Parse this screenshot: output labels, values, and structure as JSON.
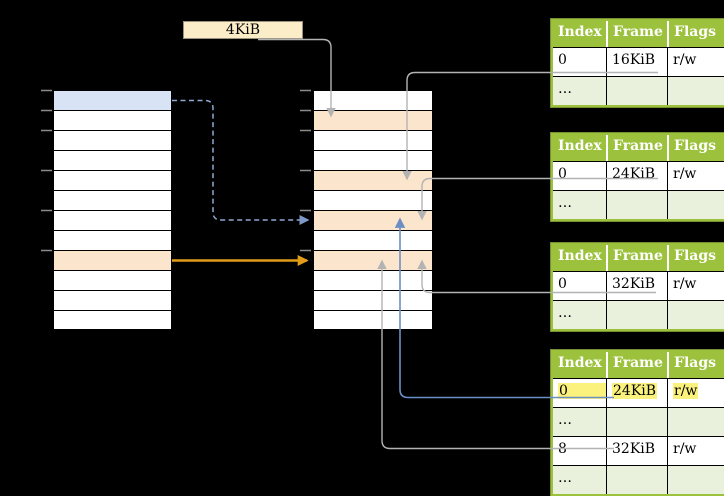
{
  "label_4kib": {
    "text": "4KiB"
  },
  "colors": {
    "header_green": "#9CC23D",
    "border_dark_green": "#76902F",
    "light_green": "#E9F0DB",
    "orange_row": "#FCE5CD",
    "blue_row": "#D8E4F6",
    "yellow": "#FBF27D",
    "cream": "#FCEDC9",
    "cream_border": "#97917E",
    "gray_line": "#B3B3B3",
    "blue_line": "#6D8EC4",
    "blue_dash": "#90A9D4",
    "blue_dash_head": "#7E99C8",
    "orange_line": "#E29D18",
    "tick": "#8C8C8C"
  },
  "left_column_table": {
    "row_count": 12,
    "highlights": {
      "0": "blue",
      "8": "orange"
    }
  },
  "middle_column_table": {
    "row_count": 12,
    "highlights": {
      "1": "orange",
      "4": "orange",
      "6": "orange",
      "8": "orange"
    }
  },
  "page_tables": [
    {
      "id": "pt1",
      "headers": [
        "Index",
        "Frame",
        "Flags"
      ],
      "rows": [
        {
          "type": "data",
          "cells": [
            "0",
            "16KiB",
            "r/w"
          ],
          "highlighted": false
        },
        {
          "type": "dots",
          "cells": [
            "…",
            "",
            ""
          ],
          "highlighted": false
        }
      ]
    },
    {
      "id": "pt2",
      "headers": [
        "Index",
        "Frame",
        "Flags"
      ],
      "rows": [
        {
          "type": "data",
          "cells": [
            "0",
            "24KiB",
            "r/w"
          ],
          "highlighted": false
        },
        {
          "type": "dots",
          "cells": [
            "…",
            "",
            ""
          ],
          "highlighted": false
        }
      ]
    },
    {
      "id": "pt3",
      "headers": [
        "Index",
        "Frame",
        "Flags"
      ],
      "rows": [
        {
          "type": "data",
          "cells": [
            "0",
            "32KiB",
            "r/w"
          ],
          "highlighted": false
        },
        {
          "type": "dots",
          "cells": [
            "…",
            "",
            ""
          ],
          "highlighted": false
        }
      ]
    },
    {
      "id": "pt4",
      "headers": [
        "Index",
        "Frame",
        "Flags"
      ],
      "rows": [
        {
          "type": "data",
          "cells": [
            "0",
            "24KiB",
            "r/w"
          ],
          "highlighted": true
        },
        {
          "type": "dots",
          "cells": [
            "…",
            "",
            ""
          ],
          "highlighted": false
        },
        {
          "type": "data",
          "cells": [
            "8",
            "32KiB",
            "r/w"
          ],
          "highlighted": false
        },
        {
          "type": "dots",
          "cells": [
            "…",
            "",
            ""
          ],
          "highlighted": false
        }
      ]
    }
  ]
}
